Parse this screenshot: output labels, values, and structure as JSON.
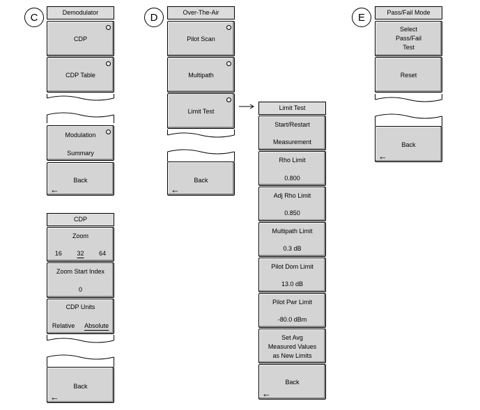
{
  "labels": {
    "c": "C",
    "d": "D",
    "e": "E"
  },
  "demodulator": {
    "title": "Demodulator",
    "cdp": "CDP",
    "cdp_table": "CDP Table",
    "modulation_line1": "Modulation",
    "modulation_line2": "Summary",
    "back": "Back"
  },
  "cdp_menu": {
    "title": "CDP",
    "zoom": "Zoom",
    "zoom_opt1": "16",
    "zoom_opt2": "32",
    "zoom_opt3": "64",
    "zoom_start": "Zoom Start Index",
    "zoom_start_value": "0",
    "units": "CDP Units",
    "units_opt1": "Relative",
    "units_opt2": "Absolute",
    "back": "Back"
  },
  "ota": {
    "title": "Over-The-Air",
    "pilot_scan": "Pilot Scan",
    "multipath": "Multipath",
    "limit_test": "Limit Test",
    "back": "Back"
  },
  "limit_test": {
    "title": "Limit Test",
    "start_line1": "Start/Restart",
    "start_line2": "Measurement",
    "rho": "Rho Limit",
    "rho_value": "0.800",
    "adj_rho": "Adj Rho Limit",
    "adj_rho_value": "0.850",
    "multipath": "Multipath Limit",
    "multipath_value": "0.3 dB",
    "pilot_dom": "Pilot Dom Limit",
    "pilot_dom_value": "13.0 dB",
    "pilot_pwr": "Pilot Pwr Limit",
    "pilot_pwr_value": "-80.0 dBm",
    "set_avg_line1": "Set Avg",
    "set_avg_line2": "Measured Values",
    "set_avg_line3": "as New Limits",
    "back": "Back"
  },
  "pass_fail": {
    "title": "Pass/Fail Mode",
    "select_line1": "Select",
    "select_line2": "Pass/Fail",
    "select_line3": "Test",
    "reset": "Reset",
    "back": "Back"
  },
  "icons": {
    "back_arrow": "left-arrow-icon",
    "indicator": "radio-indicator-icon"
  }
}
